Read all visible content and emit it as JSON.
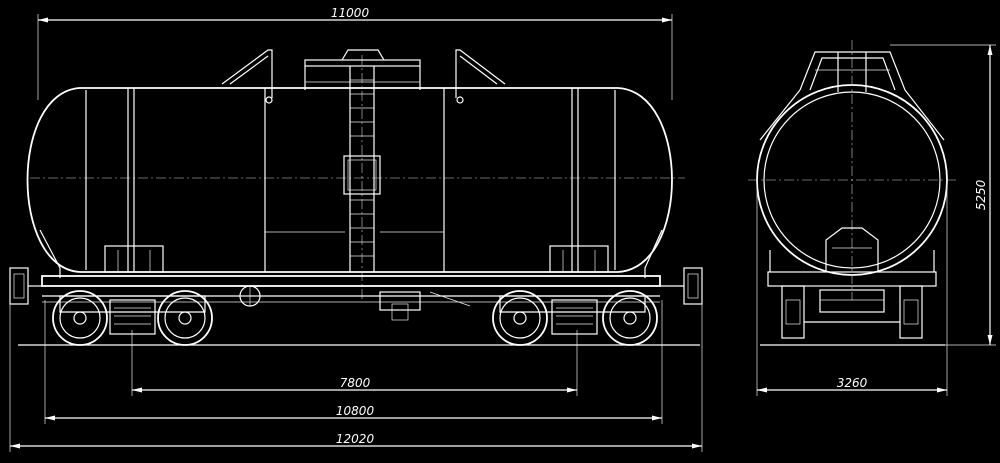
{
  "dimensions": {
    "overall_tank_length": "11000",
    "bogie_center_distance": "7800",
    "frame_length": "10800",
    "length_over_couplers": "12020",
    "tank_width": "3260",
    "height_from_rail": "5250"
  }
}
